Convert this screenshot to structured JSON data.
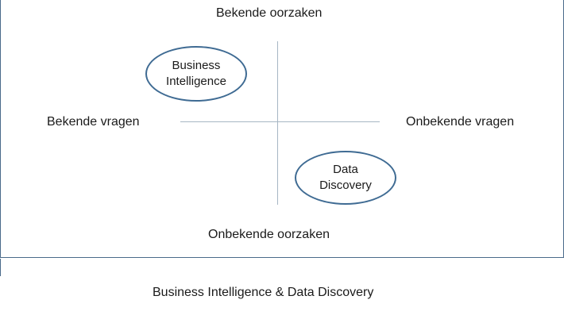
{
  "diagram": {
    "top_label": "Bekende oorzaken",
    "bottom_label": "Onbekende oorzaken",
    "left_label": "Bekende vragen",
    "right_label": "Onbekende vragen",
    "quadrant_items": [
      {
        "label": "Business\nIntelligence",
        "quadrant": "top-left"
      },
      {
        "label": "Data\nDiscovery",
        "quadrant": "bottom-right"
      }
    ]
  },
  "caption": "Business Intelligence & Data Discovery",
  "colors": {
    "frame": "#4a6a8a",
    "axis": "#a7b6c4",
    "bubble_border": "#3f6b93"
  }
}
